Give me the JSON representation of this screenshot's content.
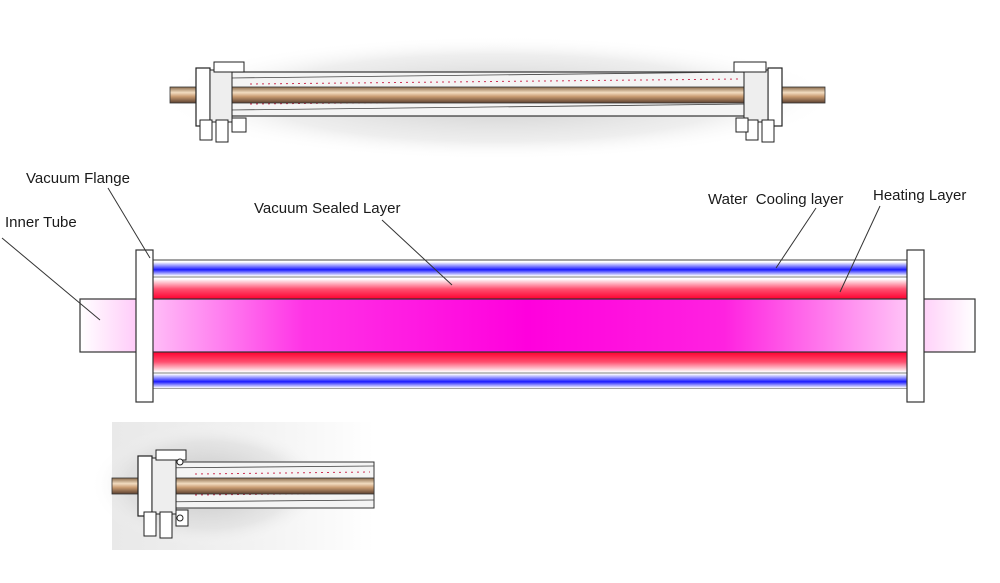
{
  "labels": {
    "vacuum_flange": "Vacuum Flange",
    "inner_tube": "Inner Tube",
    "vacuum_sealed_layer": "Vacuum Sealed Layer",
    "water_cooling_layer": "Water  Cooling layer",
    "heating_layer": "Heating Layer"
  },
  "colors": {
    "water_cooling": "#1a1aff",
    "heating": "#ff1a40",
    "inner_tube": "#ff00dd",
    "outline": "#333333"
  }
}
